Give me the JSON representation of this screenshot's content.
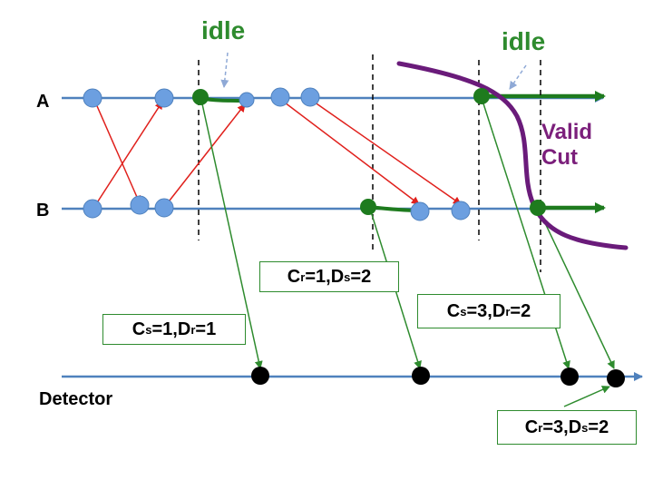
{
  "processes": {
    "a_label": "A",
    "b_label": "B",
    "detector_label": "Detector"
  },
  "idle_labels": [
    "idle",
    "idle"
  ],
  "cut": {
    "line1": "Valid",
    "line2": "Cut"
  },
  "states": [
    {
      "c_sub": "s",
      "c_val": "1",
      "d_sub": "r",
      "d_val": "1"
    },
    {
      "c_sub": "r",
      "c_val": "1",
      "d_sub": "s",
      "d_val": "2"
    },
    {
      "c_sub": "s",
      "c_val": "3",
      "d_sub": "r",
      "d_val": "2"
    },
    {
      "c_sub": "r",
      "c_val": "3",
      "d_sub": "s",
      "d_val": "2"
    }
  ],
  "state_letters": {
    "c": "C",
    "d": "D",
    "eq": " = ",
    "sep": ", "
  },
  "colors": {
    "timeline": "#4f81bd",
    "event": "#6c9fe0",
    "idle_event": "#1e7b1e",
    "idle_line": "#1e7b1e",
    "message": "#e0201c",
    "report": "#2e8b2e",
    "detector_event": "#000000",
    "cut": "#6a1b7a",
    "dashed": "#000000"
  }
}
